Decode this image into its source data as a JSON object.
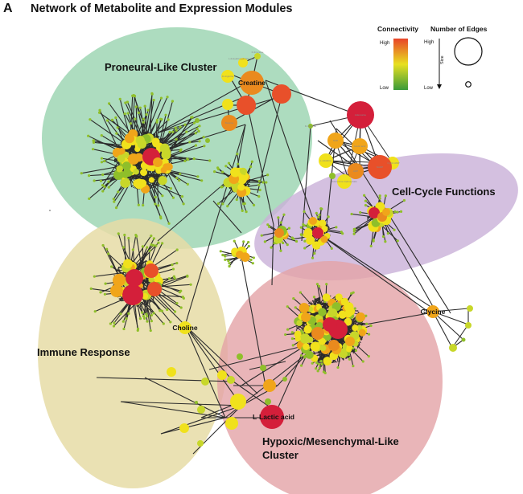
{
  "figure": {
    "panel_letter": "A",
    "title": "Network of Metabolite and Expression Modules"
  },
  "clusters": [
    {
      "id": "proneural",
      "label": "Proneural-Like Cluster",
      "color": "#9fd6b4"
    },
    {
      "id": "cellcycle",
      "label": "Cell-Cycle Functions",
      "color": "#c9b0d8"
    },
    {
      "id": "immune",
      "label": "Immune Response",
      "color": "#e6dca6"
    },
    {
      "id": "hypoxic",
      "label": "Hypoxic/Mesenchymal-Like",
      "label2": "Cluster",
      "color": "#e3a3a6"
    }
  ],
  "legend": {
    "connectivity": {
      "title": "Connectivity",
      "high_label": "High",
      "low_label": "Low",
      "high_color": "#e8442a",
      "mid_color": "#e8e020",
      "low_color": "#3a9a3a"
    },
    "edges": {
      "title": "Number of Edges",
      "high_label": "High",
      "low_label": "Low",
      "axis_label": "Size"
    }
  },
  "labeled_nodes": [
    {
      "name": "Creatine",
      "connectivity": "high-mid"
    },
    {
      "name": "Adenosine",
      "connectivity": "high"
    },
    {
      "name": "NAD",
      "connectivity": "mid"
    },
    {
      "name": "Acetic acid",
      "connectivity": "mid"
    },
    {
      "name": "Cyclic AMP",
      "connectivity": "low-mid"
    },
    {
      "name": "L-Histidine",
      "connectivity": "low-mid"
    },
    {
      "name": "ADP",
      "connectivity": "mid"
    },
    {
      "name": "NADP",
      "connectivity": "high"
    },
    {
      "name": "Adenosine triphosphate",
      "connectivity": "low-mid"
    },
    {
      "name": "D-Glucose",
      "connectivity": "low"
    },
    {
      "name": "D-Arginine",
      "connectivity": "low-mid"
    },
    {
      "name": "Betaine",
      "connectivity": "mid"
    },
    {
      "name": "Choline",
      "connectivity": "low-mid"
    },
    {
      "name": "Glycine",
      "connectivity": "mid"
    },
    {
      "name": "L-Lactic acid",
      "connectivity": "high"
    },
    {
      "name": "D-Fructose",
      "connectivity": "low"
    },
    {
      "name": "L-2-Hydroxyglutaric acid",
      "connectivity": "low-mid"
    }
  ],
  "node_colors": {
    "red": "#d41f3a",
    "redorange": "#e8502a",
    "orange": "#ea8a1e",
    "amber": "#f0a51a",
    "yellow": "#f0e11c",
    "yellowgreen": "#c8d72a",
    "green": "#8fbf2a",
    "edge": "#2b2b2b"
  }
}
